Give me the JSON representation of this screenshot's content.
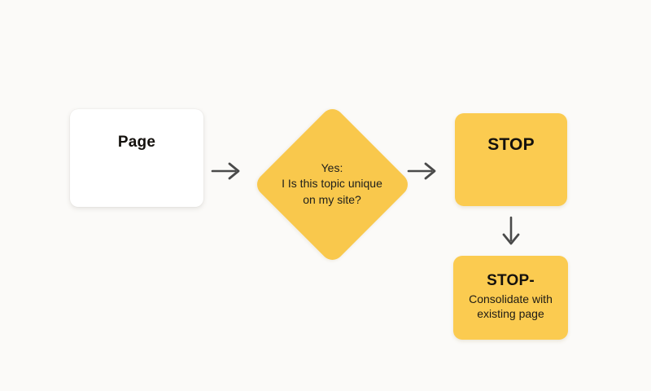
{
  "diagram": {
    "type": "flowchart",
    "background_color": "#fbfaf8",
    "accent_color": "#f9c84c",
    "text_color": "#14110d",
    "arrow_color": "#4a4a4a",
    "nodes": [
      {
        "id": "page",
        "shape": "rounded-rectangle",
        "fill": "#ffffff",
        "title": "Page"
      },
      {
        "id": "decision",
        "shape": "diamond",
        "fill": "#f9c84c",
        "lines": [
          "Yes:",
          "I Is this topic unique",
          "on my site?"
        ]
      },
      {
        "id": "stop",
        "shape": "rounded-rectangle",
        "fill": "#fbcb50",
        "title": "STOP"
      },
      {
        "id": "stop_consolidate",
        "shape": "rounded-rectangle",
        "fill": "#fbcb50",
        "title": "STOP-",
        "subtitle_lines": [
          "Consolidate with",
          "existing page"
        ]
      }
    ],
    "connectors": [
      {
        "id": "page_to_decision",
        "direction": "right",
        "glyph": "arrow-right"
      },
      {
        "id": "decision_to_stop",
        "direction": "right",
        "glyph": "arrow-right"
      },
      {
        "id": "stop_to_consolidate",
        "direction": "down",
        "glyph": "arrow-down"
      }
    ]
  }
}
